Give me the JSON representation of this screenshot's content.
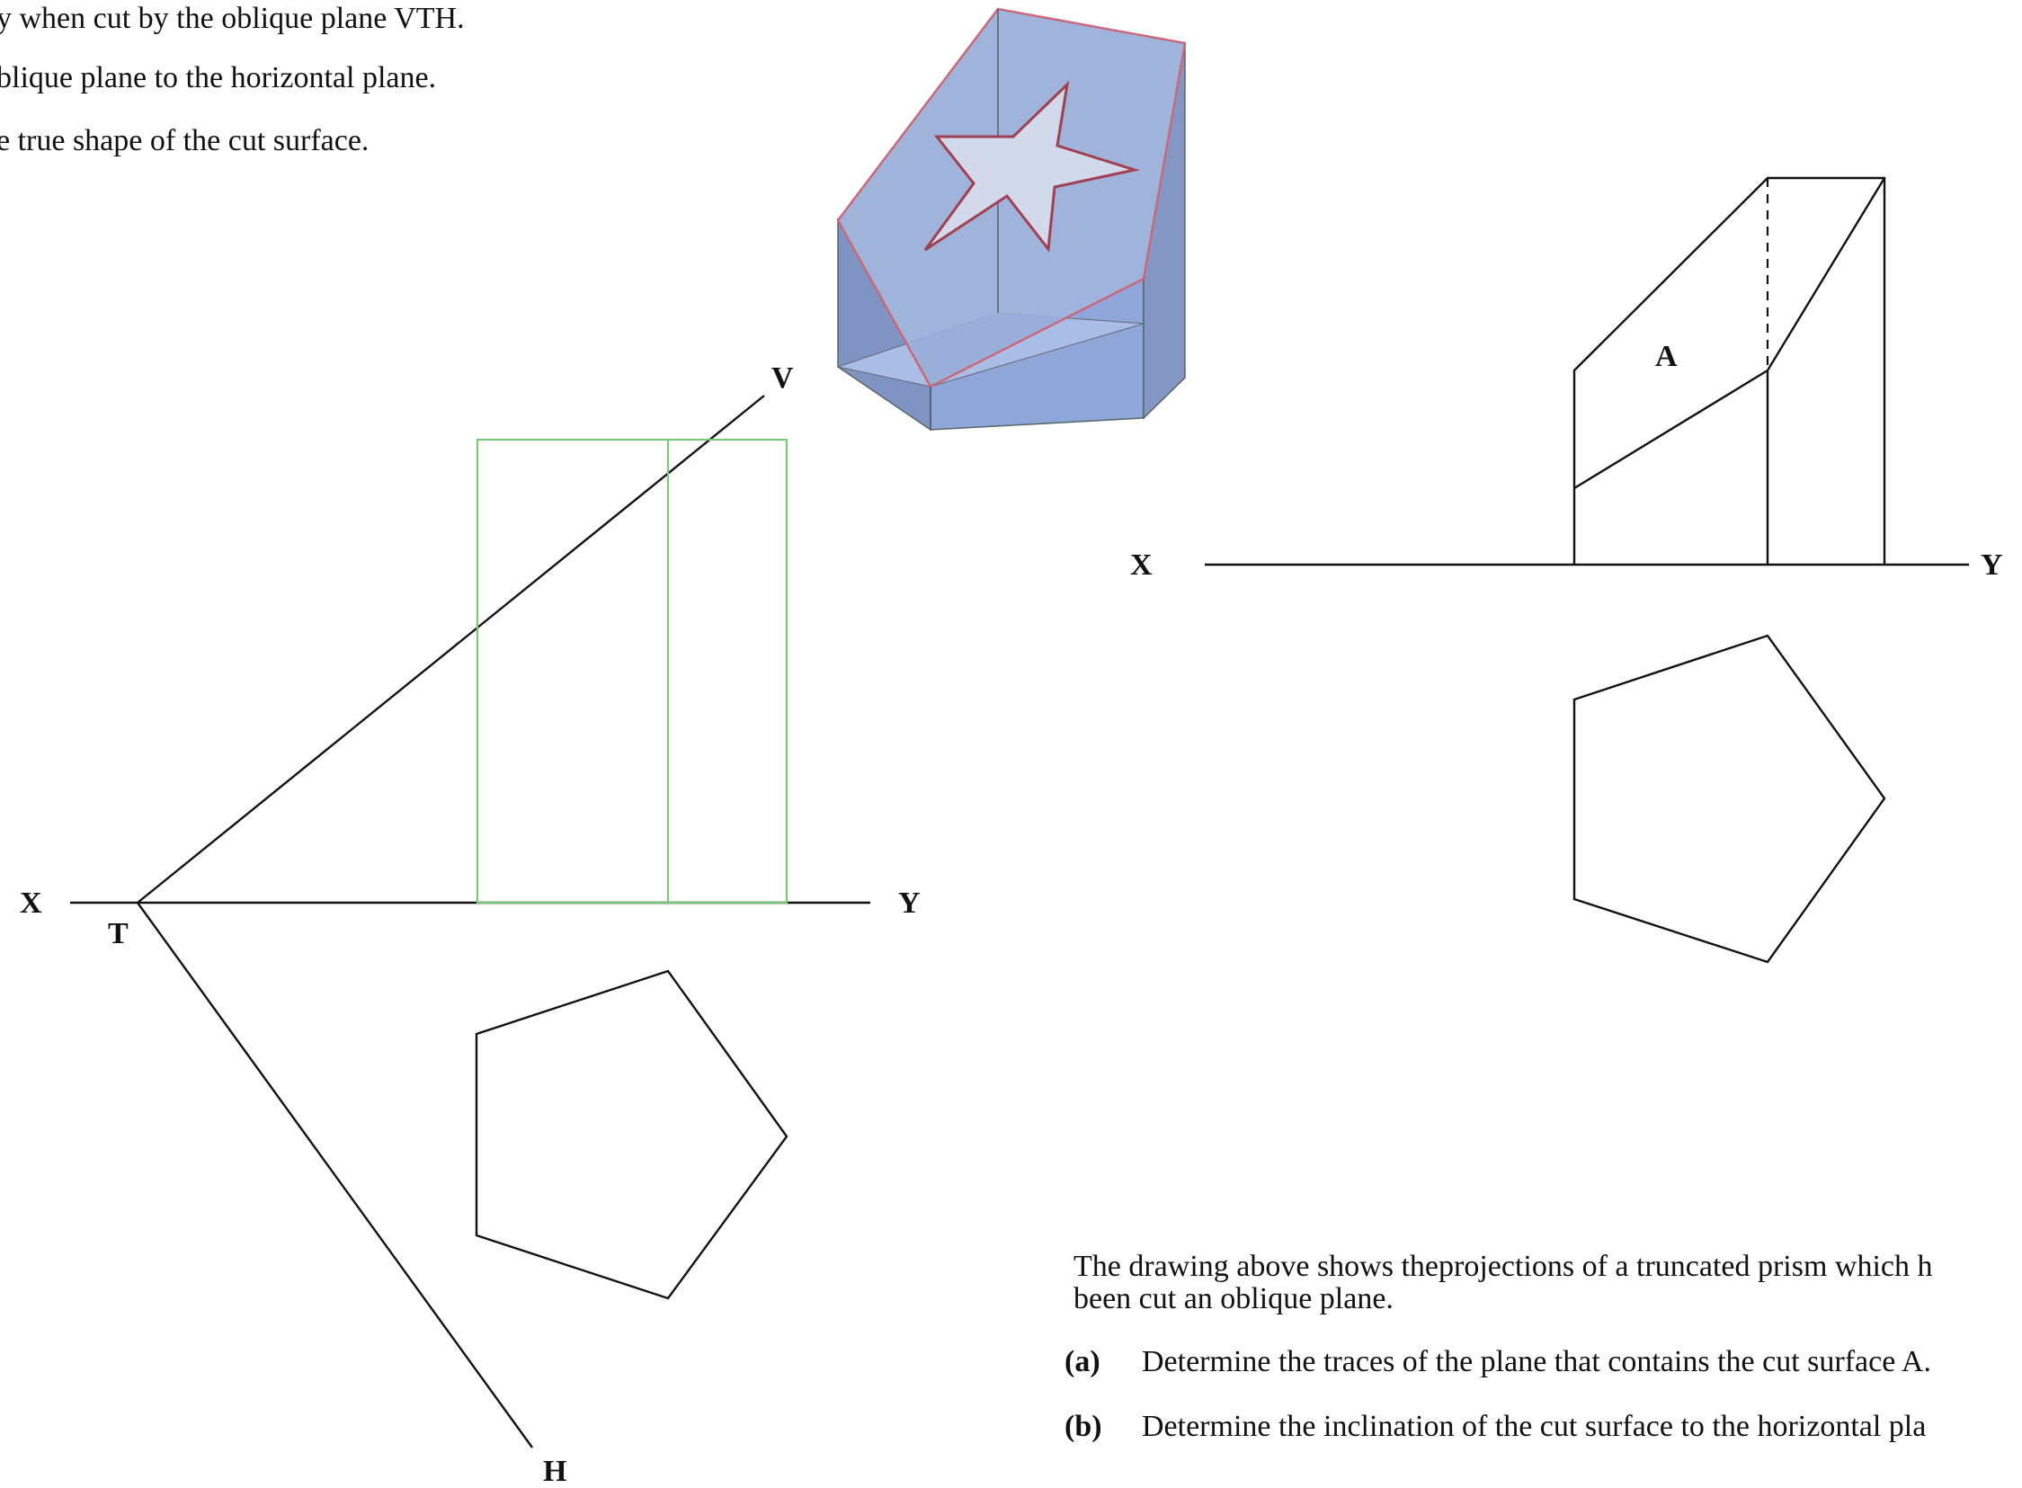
{
  "left_text": {
    "line1": "y when cut by the oblique plane VTH.",
    "line2": "blique plane to the horizontal plane.",
    "line3": "e true shape of the cut surface."
  },
  "left_drawing": {
    "label_x": "X",
    "label_y": "Y",
    "label_t": "T",
    "label_v": "V",
    "label_h": "H"
  },
  "right_drawing": {
    "label_x": "X",
    "label_y": "Y",
    "label_a": "A"
  },
  "right_text": {
    "intro_line1": "The drawing above shows theprojections of a truncated prism which h",
    "intro_line2": "been cut an oblique plane.",
    "items": [
      {
        "marker": "(a)",
        "text": "Determine the traces of the plane that contains the cut surface A."
      },
      {
        "marker": "(b)",
        "text": "Determine the inclination of the cut surface to the horizontal pla"
      }
    ]
  },
  "colors": {
    "prism_fill": "#8fa6d4",
    "prism_edge": "#cc6677",
    "star_fill": "#d0d8e8",
    "green_lines": "#7ac77a"
  }
}
